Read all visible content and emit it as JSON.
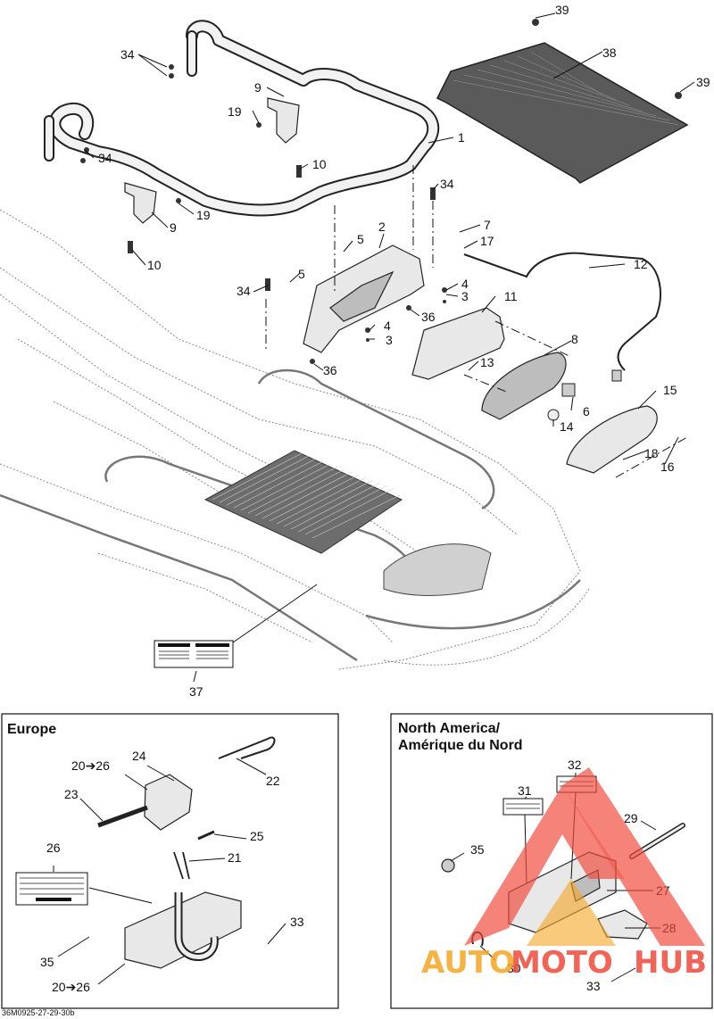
{
  "diagram": {
    "reference_code": "36M0925-27-29-30b",
    "callouts_main": [
      "1",
      "2",
      "3",
      "3",
      "4",
      "4",
      "5",
      "5",
      "6",
      "7",
      "8",
      "9",
      "9",
      "10",
      "10",
      "11",
      "12",
      "13",
      "14",
      "15",
      "16",
      "17",
      "18",
      "19",
      "19",
      "34",
      "34",
      "34",
      "34",
      "36",
      "36",
      "37",
      "38",
      "39",
      "39"
    ],
    "panels": {
      "europe": {
        "title": "Europe",
        "callouts": [
          "20➔26",
          "21",
          "22",
          "23",
          "24",
          "25",
          "26",
          "33",
          "35",
          "20➔26"
        ]
      },
      "north_america": {
        "title_line1": "North America/",
        "title_line2": "Amérique du Nord",
        "callouts": [
          "27",
          "28",
          "29",
          "30",
          "31",
          "32",
          "33",
          "35"
        ]
      }
    },
    "watermark": {
      "text_part1": "AUTO",
      "text_part2": "MOTO",
      "text_part3": "HUB",
      "color_primary": "#f04a3c",
      "color_accent": "#f5a623"
    }
  }
}
